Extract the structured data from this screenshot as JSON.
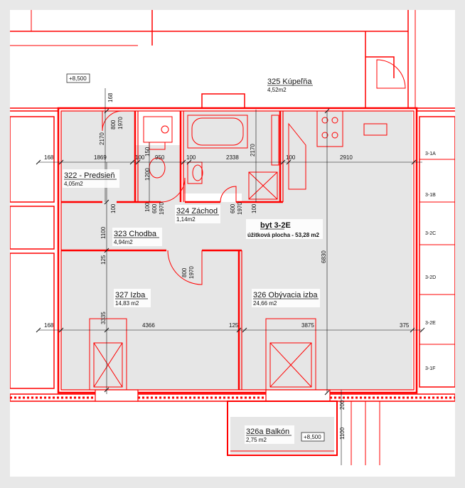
{
  "colors": {
    "wall": "#ff0000",
    "floor": "#e6e6e6",
    "line": "#111111",
    "paper": "#ffffff"
  },
  "level_markers": [
    "+8,500",
    "+8,500"
  ],
  "apartment": {
    "name": "byt 3-2E",
    "usable_area": "úžitková plocha - 53,28 m2"
  },
  "rooms": [
    {
      "name": "325 Kúpeľňa",
      "area": "4,52m2"
    },
    {
      "name": "322 - Predsieň",
      "area": "4,05m2"
    },
    {
      "name": "324 Záchod",
      "area": "1,14m2"
    },
    {
      "name": "323 Chodba",
      "area": "4,94m2"
    },
    {
      "name": "327 Izba",
      "area": "14,83 m2"
    },
    {
      "name": "326 Obývacia izba",
      "area": "24,66 m2"
    },
    {
      "name": "326a Balkón",
      "area": "2,75 m2"
    }
  ],
  "grid_axes": [
    "3-1A",
    "3-1B",
    "3-2C",
    "3-2D",
    "3-2E",
    "3-1F"
  ],
  "dimensions": {
    "row1": [
      "168",
      "1869",
      "100",
      "950",
      "100",
      "2338",
      "100",
      "2910"
    ],
    "row2": [
      "168",
      "4366",
      "125",
      "3875",
      "375"
    ],
    "vertical": [
      "168",
      "800",
      "1970",
      "2170",
      "150",
      "1200",
      "100",
      "600",
      "1970",
      "600",
      "1970",
      "100",
      "100",
      "1100",
      "125",
      "800",
      "1970",
      "3335",
      "6830",
      "2170",
      "200",
      "1100"
    ]
  }
}
